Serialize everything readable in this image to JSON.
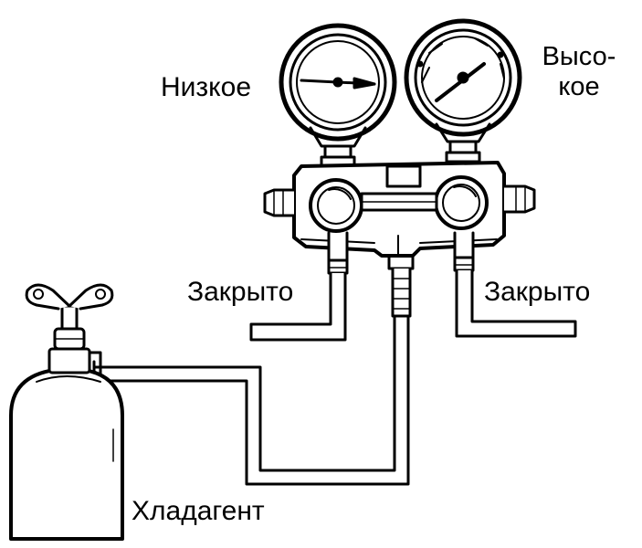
{
  "labels": {
    "low": "Низкое",
    "high_line1": "Высо-",
    "high_line2": "кое",
    "closed_left": "Закрыто",
    "closed_right": "Закрыто",
    "refrigerant": "Хладагент"
  },
  "colors": {
    "ink": "#000000",
    "paper": "#ffffff"
  }
}
